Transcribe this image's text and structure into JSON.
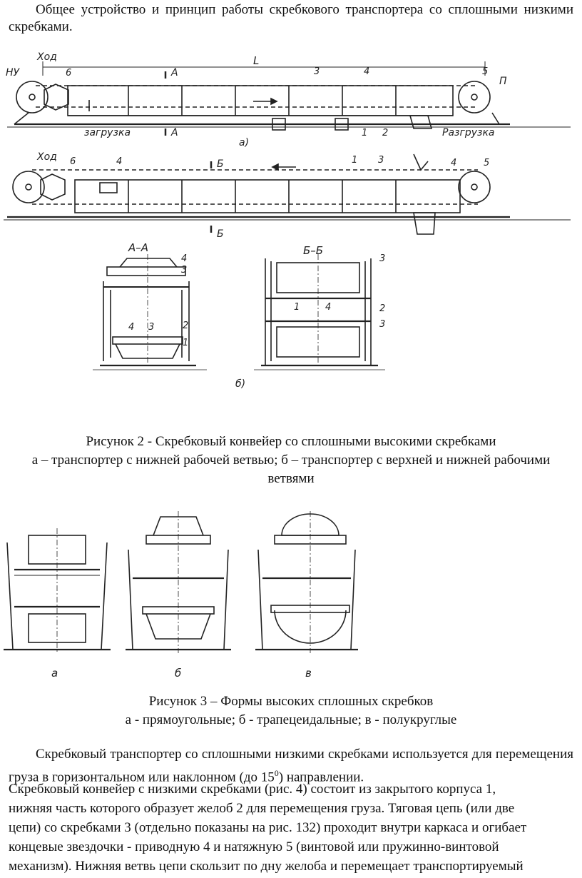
{
  "heading": "Общее устройство и принцип работы скребкового транспортера со сплошными низкими скребками.",
  "figure2": {
    "labels": {
      "nu": "НУ",
      "khod": "Ход",
      "L": "L",
      "A": "A",
      "B": "Б",
      "P": "П",
      "zagruzka": "загрузка",
      "razgruzka": "Разгрузка",
      "a_mark": "а)",
      "b_mark": "б)",
      "AA": "А–А",
      "BB": "Б–Б",
      "n1": "1",
      "n2": "2",
      "n3": "3",
      "n4": "4",
      "n5": "5",
      "n6": "6"
    },
    "caption_title": "Рисунок 2 - Скребковый конвейер со сплошными высокими скребками",
    "caption_text": "а – транспортер с нижней рабочей ветвью; б – транспортер с верхней и нижней рабочими ветвями"
  },
  "figure3": {
    "labels": {
      "a": "а",
      "b": "б",
      "v": "в"
    },
    "caption_title": "Рисунок 3 – Формы высоких сплошных скребков",
    "caption_text": "а - прямоугольные; б - трапецеидальные; в - полукруглые"
  },
  "body": {
    "para1_text": "Скребковый транспортер со сплошными низкими скребками используется для перемещения груза в горизонтальном или наклонном (до 15",
    "para1_sup": "0",
    "para1_end": ") направлении.",
    "lines": [
      "Скребковый конвейер с низкими скребками (рис. 4) состоит из закрытого корпуса 1,",
      "нижняя часть которого образует желоб 2 для перемещения груза. Тяговая цепь (или две",
      "цепи) со скребками 3 (отдельно показаны на рис. 132) проходит внутри каркаса и огибает",
      "концевые звездочки - приводную 4 и натяжную 5 (винтовой или пружинно-винтовой",
      "механизм). Нижняя ветвь цепи скользит по дну желоба и перемещает транспортируемый"
    ]
  }
}
